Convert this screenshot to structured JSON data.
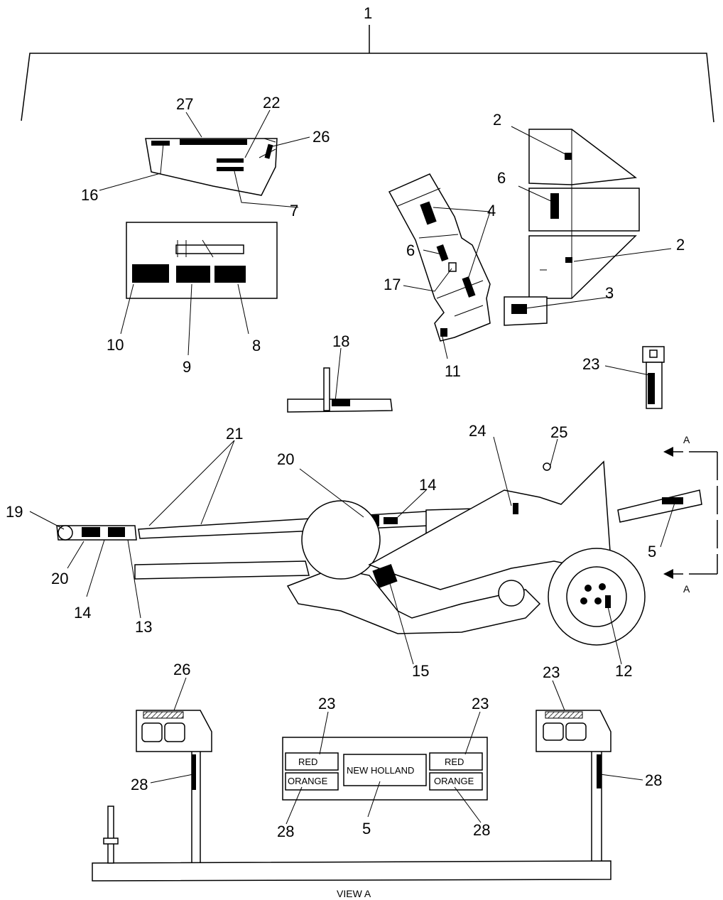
{
  "callouts": {
    "c1": "1",
    "c27": "27",
    "c22": "22",
    "c26a": "26",
    "c16": "16",
    "c7": "7",
    "c10": "10",
    "c9": "9",
    "c8": "8",
    "c2a": "2",
    "c6a": "6",
    "c2b": "2",
    "c3": "3",
    "c4": "4",
    "c6b": "6",
    "c17": "17",
    "c11": "11",
    "c18": "18",
    "c23a": "23",
    "c21": "21",
    "c20a": "20",
    "c14a": "14",
    "c24": "24",
    "c25": "25",
    "c19": "19",
    "c20b": "20",
    "c14b": "14",
    "c13": "13",
    "c15": "15",
    "c12": "12",
    "c5a": "5",
    "cA1": "A",
    "cA2": "A",
    "c26b": "26",
    "c23b": "23",
    "c23c": "23",
    "c23d": "23",
    "c28a": "28",
    "c28b": "28",
    "c28c": "28",
    "c28d": "28",
    "c5b": "5"
  },
  "panel": {
    "red_left": "RED",
    "orange_left": "ORANGE",
    "brand": "NEW HOLLAND",
    "red_right": "RED",
    "orange_right": "ORANGE"
  },
  "view_caption": "VIEW A"
}
